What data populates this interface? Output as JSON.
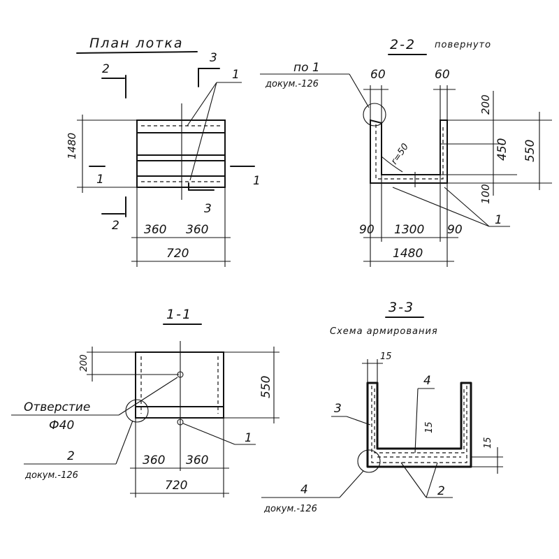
{
  "views": {
    "plan": {
      "title": "План лотка",
      "section_mark_2": "2",
      "section_mark_3": "3",
      "section_mark_1": "1",
      "callout_1": "1",
      "dim_height": "1480",
      "dim_half_left": "360",
      "dim_half_right": "360",
      "dim_total": "720"
    },
    "section_2_2": {
      "title": "2-2",
      "title_note": "повернуто",
      "ref_top": "по 1",
      "ref_bottom": "докум.-126",
      "dim_wall_left": "60",
      "dim_wall_right": "60",
      "dim_200": "200",
      "dim_450": "450",
      "dim_550": "550",
      "dim_100": "100",
      "radius": "r=50",
      "dim_90_left": "90",
      "dim_1300": "1300",
      "dim_90_right": "90",
      "dim_1480": "1480",
      "callout_1": "1"
    },
    "section_1_1": {
      "title": "1-1",
      "hole_label": "Отверстие",
      "hole_size": "Ф40",
      "ref_top": "2",
      "ref_bottom": "докум.-126",
      "dim_200": "200",
      "dim_550": "550",
      "callout_1": "1",
      "dim_half_left": "360",
      "dim_half_right": "360",
      "dim_total": "720"
    },
    "section_3_3": {
      "title": "3-3",
      "subtitle": "Схема армирования",
      "dim_15_top": "15",
      "dim_15_mid": "15",
      "dim_15_right": "15",
      "callout_3": "3",
      "callout_4": "4",
      "callout_2": "2",
      "ref_top": "4",
      "ref_bottom": "докум.-126"
    }
  }
}
